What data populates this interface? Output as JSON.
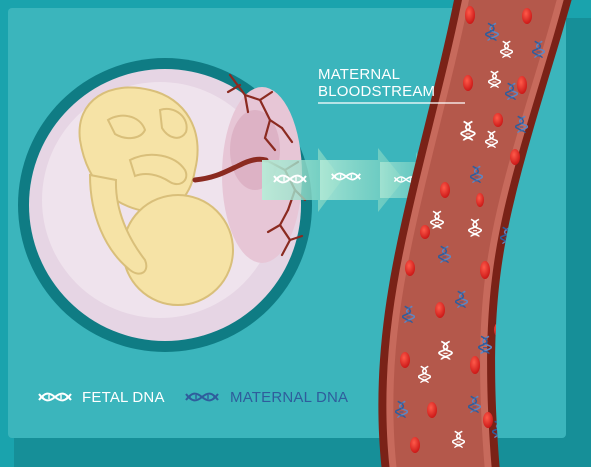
{
  "callout": {
    "line1": "MATERNAL",
    "line2": "BLOODSTREAM"
  },
  "legend": {
    "fetal_label": "FETAL DNA",
    "maternal_label": "MATERNAL DNA"
  },
  "colors": {
    "background": "#1aa3ad",
    "panel": "#3bb5bc",
    "womb_ring": "#0f7c84",
    "womb_inner": "#efe3ec",
    "fetus": "#f6e3a6",
    "fetus_outline": "#d9bf7a",
    "vessel_wall": "#7a2217",
    "vessel_fill": "#b4584b",
    "red_cell": "#e32424",
    "fetal_dna": "#ffffff",
    "maternal_dna": "#2f5d9c",
    "transfer_arrow": "#9de0c8"
  },
  "icons": {
    "fetal_dna": "dna-helix-white-icon",
    "maternal_dna": "dna-helix-blue-icon"
  }
}
